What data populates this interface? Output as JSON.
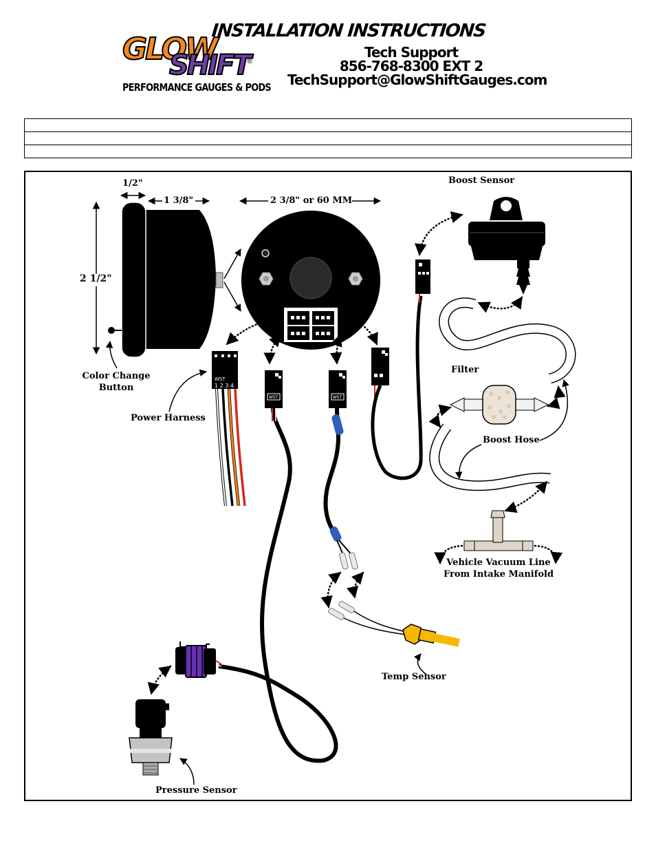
{
  "header": {
    "logo": {
      "brand_top": "GLOW",
      "brand_bottom": "SHIFT",
      "registered_mark": "®",
      "tagline": "PERFORMANCE GAUGES & PODS"
    },
    "title": "INSTALLATION INSTRUCTIONS",
    "support": {
      "label": "Tech Support",
      "phone": "856-768-8300 EXT 2",
      "email": "TechSupport@GlowShiftGauges.com"
    }
  },
  "diagram": {
    "dimensions": {
      "bezel_depth": "1/2\"",
      "body_depth": "1 3/8\"",
      "diameter": "2 3/8\" or 60 MM",
      "height": "2 1/2\""
    },
    "labels": {
      "boost_sensor": "Boost Sensor",
      "color_change_line1": "Color Change",
      "color_change_line2": "Button",
      "power_harness": "Power Harness",
      "filter": "Filter",
      "boost_hose": "Boost Hose",
      "vacuum_line1": "Vehicle Vacuum Line",
      "vacuum_line2": "From Intake Manifold",
      "temp_sensor": "Temp Sensor",
      "pressure_sensor": "Pressure Sensor"
    },
    "connector_text": {
      "wst": "WST",
      "pins": "1 2 3 4"
    },
    "colors": {
      "brand_orange": "#f08a24",
      "brand_purple": "#6b3fa0",
      "wire_red": "#d9261c",
      "wire_orange": "#f07d1a",
      "temp_sensor_yellow": "#f5b800",
      "pressure_plug_purple": "#6a2fb5",
      "splice_blue": "#2f5fb8"
    }
  }
}
